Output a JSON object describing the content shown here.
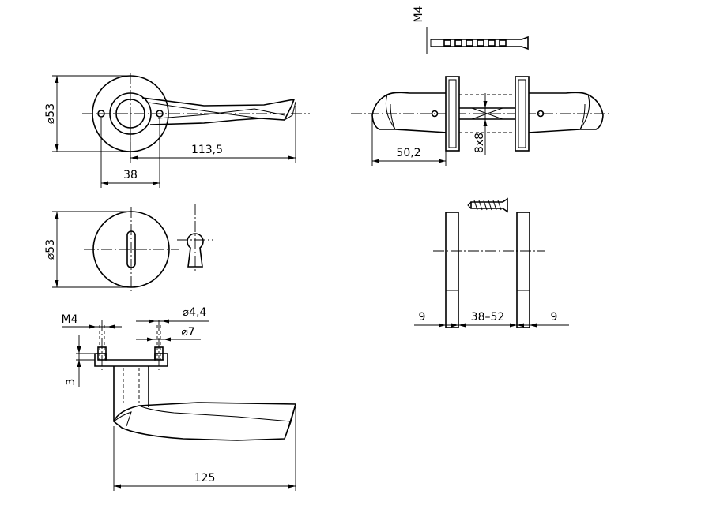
{
  "labels": {
    "rosette_diameter_top": "⌀53",
    "lever_length": "113,5",
    "fixing_distance": "38",
    "side_projection": "50,2",
    "spindle": "8x8",
    "bolt_thread": "M4",
    "rosette_diameter_key": "⌀53",
    "hole_diameter_small": "⌀4,4",
    "hole_diameter_large": "⌀7",
    "screw_thread": "M4",
    "rosette_height": "3",
    "total_length": "125",
    "rosette_thickness_left": "9",
    "door_thickness": "38–52",
    "rosette_thickness_right": "9"
  }
}
